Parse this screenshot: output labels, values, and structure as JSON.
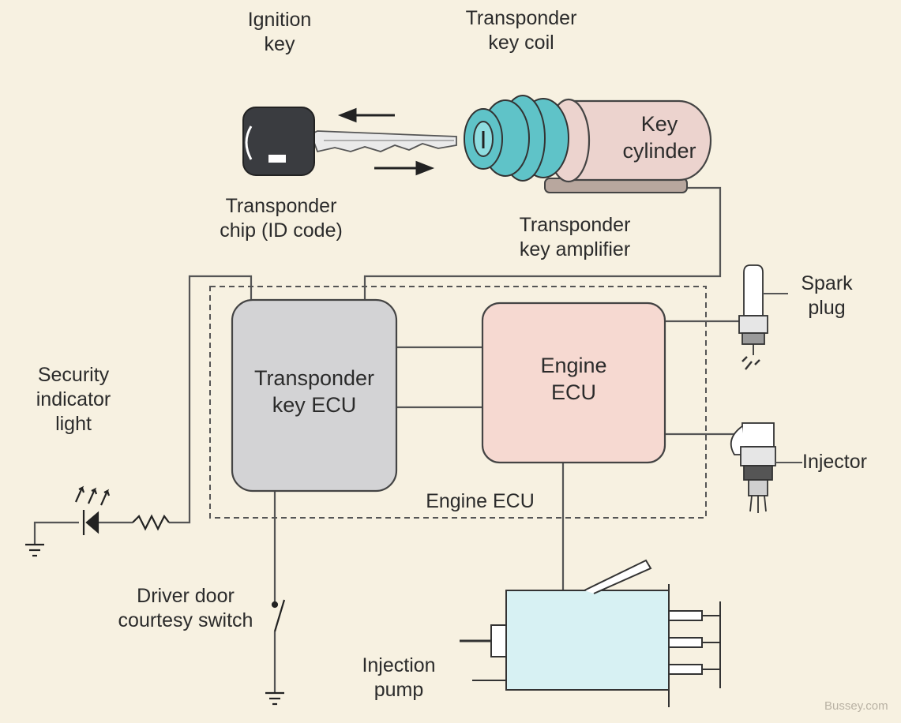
{
  "labels": {
    "ignition_key": "Ignition\nkey",
    "transponder_key_coil": "Transponder\nkey coil",
    "key_cylinder": "Key\ncylinder",
    "transponder_chip": "Transponder\nchip (ID code)",
    "transponder_key_amplifier": "Transponder\nkey amplifier",
    "spark_plug": "Spark\nplug",
    "security_indicator_light": "Security\nindicator\nlight",
    "transponder_key_ecu": "Transponder\nkey ECU",
    "engine_ecu_box": "Engine\nECU",
    "engine_ecu_group": "Engine ECU",
    "injector": "Injector",
    "driver_door_courtesy_switch": "Driver door\ncourtesy switch",
    "injection_pump": "Injection\npump"
  },
  "watermark": "Bussey.com",
  "colors": {
    "background": "#f7f1e1",
    "transponder_ecu_fill": "#d3d3d5",
    "engine_ecu_fill": "#f6d9d1",
    "coil_fill": "#5fc3c8",
    "cylinder_fill": "#ecd3ce",
    "pump_fill": "#d7f1f3",
    "key_head_fill": "#3a3c40",
    "line": "#555555"
  },
  "icons": [
    "ignition-key-icon",
    "spark-plug-icon",
    "injector-icon",
    "led-icon",
    "resistor-icon",
    "ground-icon",
    "switch-icon",
    "injection-pump-icon",
    "arrow-icon"
  ]
}
